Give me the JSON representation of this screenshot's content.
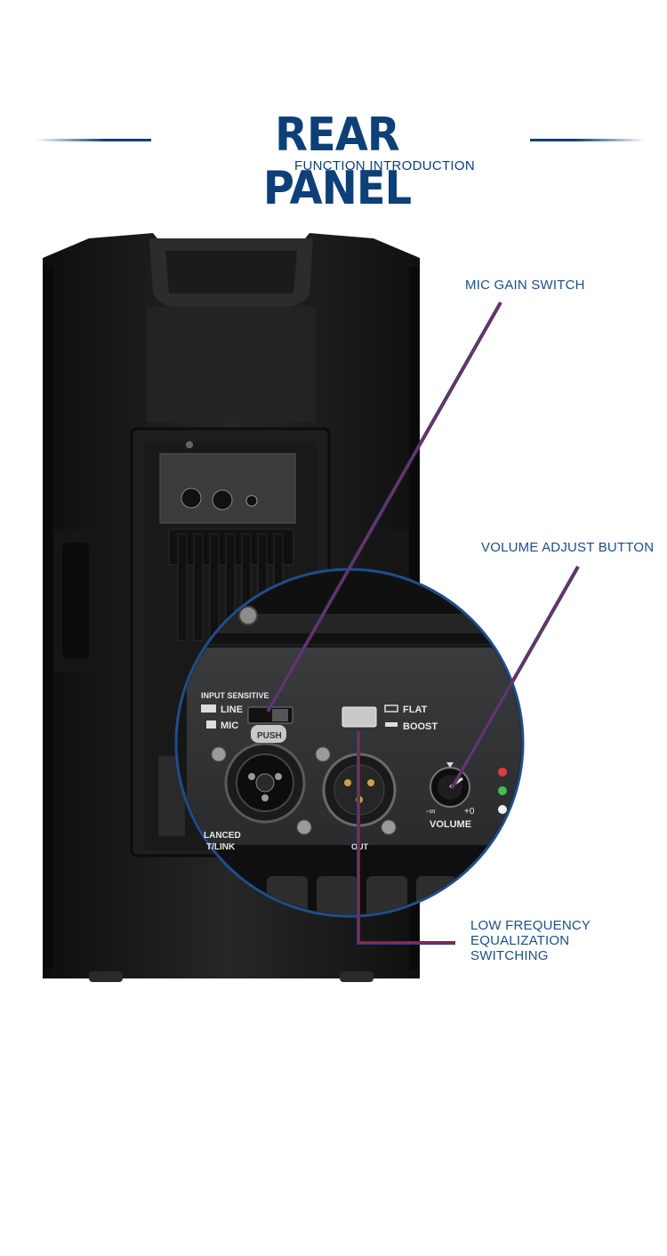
{
  "header": {
    "title": "REAR PANEL",
    "subtitle": "FUNCTION INTRODUCTION"
  },
  "callouts": {
    "mic_gain": "MIC GAIN SWITCH",
    "volume": "VOLUME ADJUST BUTTON",
    "low_freq": [
      "LOW FREQUENCY",
      "EQUALIZATION",
      "SWITCHING"
    ]
  },
  "panel": {
    "input_sensitivity": "INPUT SENSITIVE",
    "line": "LINE",
    "mic": "MIC",
    "flat": "FLAT",
    "boost": "BOOST",
    "push": "PUSH",
    "volume": "VOLUME",
    "min": "-∞",
    "max": "+0",
    "balanced": "LANCED",
    "input_link": "T/LINK",
    "out": "OUT"
  },
  "colors": {
    "brand_blue": "#0d3f78",
    "callout_line": "#2a3f86",
    "callout_red": "#c0202a",
    "speaker_body": "#1a1a1a"
  }
}
